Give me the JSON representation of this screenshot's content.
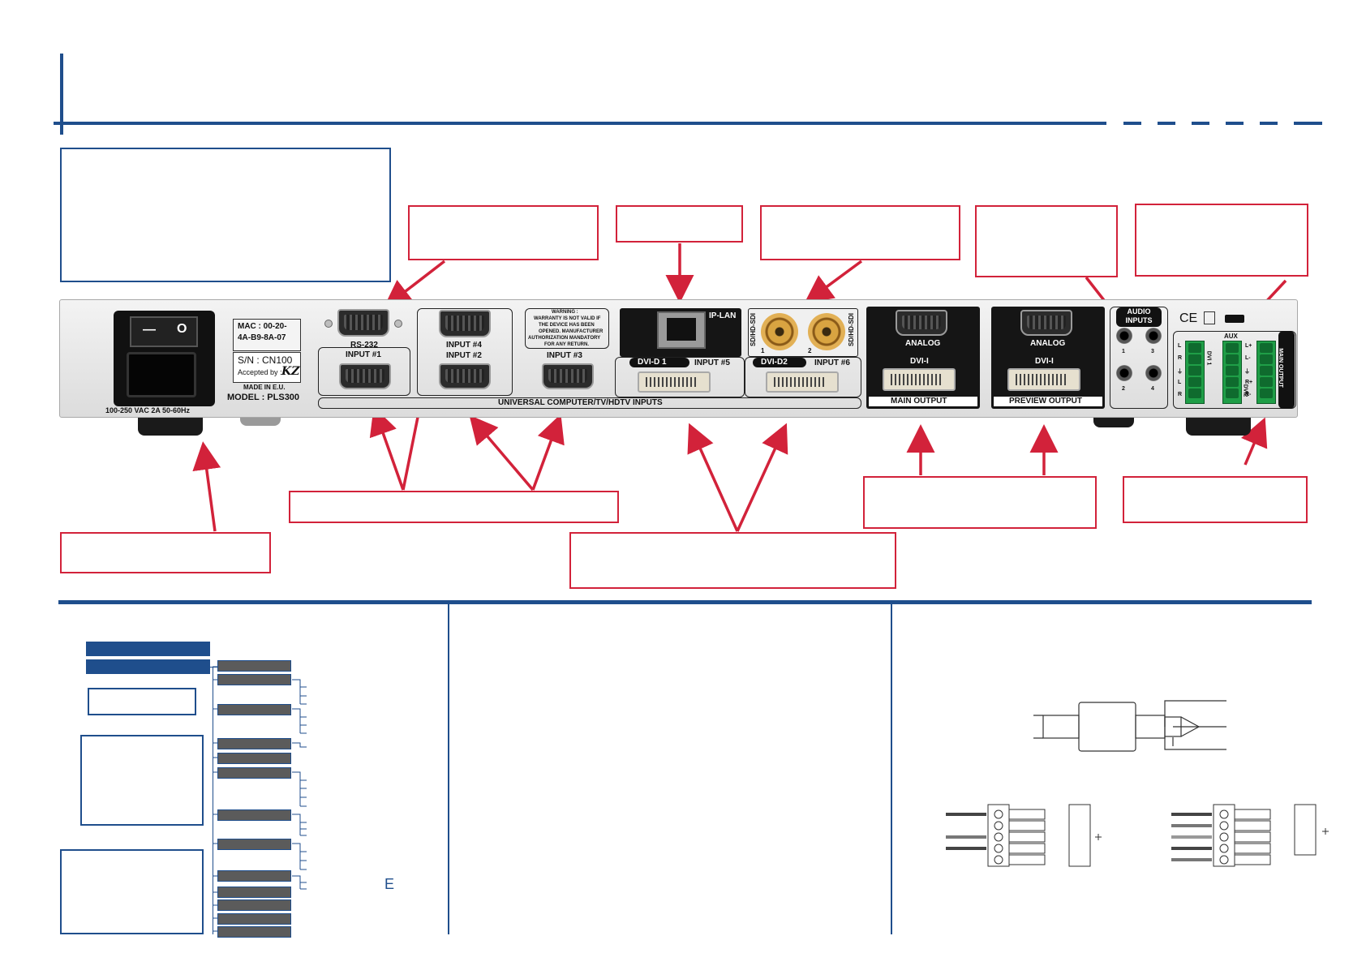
{
  "device": {
    "mac_label": "MAC : 00-20-",
    "mac_label2": "4A-B9-8A-07",
    "sn_label": "S/N : CN100",
    "accepted_label": "Accepted by :",
    "accepted_mark": "KZ",
    "made_in": "MADE IN E.U.",
    "model": "MODEL : PLS300",
    "power_rating": "100-250 VAC 2A 50-60Hz",
    "rs232": "RS-232",
    "input1": "INPUT #1",
    "input2": "INPUT #2",
    "input3": "INPUT #3",
    "input4": "INPUT #4",
    "input5": "INPUT #5",
    "input6": "INPUT #6",
    "warning": [
      "WARNING :",
      "WARRANTY IS NOT VALID IF",
      "THE DEVICE HAS BEEN",
      "OPENED. MANUFACTURER",
      "AUTHORIZATION MANDATORY",
      "FOR ANY RETURN."
    ],
    "ip_lan": "IP-LAN",
    "dvi_d1": "DVI-D 1",
    "dvi_d2": "DVI-D2",
    "sdi_left": "SD/HD-SDI",
    "sdi_right": "SD/HD-SDI",
    "sdi_num1": "1",
    "sdi_num2": "2",
    "universal_inputs": "UNIVERSAL COMPUTER/TV/HDTV INPUTS",
    "analog_main": "ANALOG",
    "dvi_i_main": "DVI-I",
    "main_output": "MAIN OUTPUT",
    "analog_preview": "ANALOG",
    "dvi_i_preview": "DVI-I",
    "preview_output": "PREVIEW OUTPUT",
    "audio_inputs": "AUDIO INPUTS",
    "jack_nums": [
      "1",
      "3",
      "2",
      "4"
    ],
    "aux": "AUX",
    "dvi1_vert": "DVI 1",
    "dvi2_vert": "DVI2",
    "main_output_vert": "MAIN OUTPUT",
    "lr_left": [
      "L",
      "R",
      "⏚",
      "L",
      "R"
    ],
    "lr_right": [
      "L+",
      "L-",
      "⏚",
      "R+",
      "R-"
    ],
    "ce_mark": "CE",
    "power_off": "—",
    "power_on": "O"
  },
  "flow": {
    "stray_glyph": "E"
  },
  "colors": {
    "brand_blue": "#1f4e8c",
    "callout_red": "#d2223a",
    "menu_gray": "#5b5b5b"
  }
}
